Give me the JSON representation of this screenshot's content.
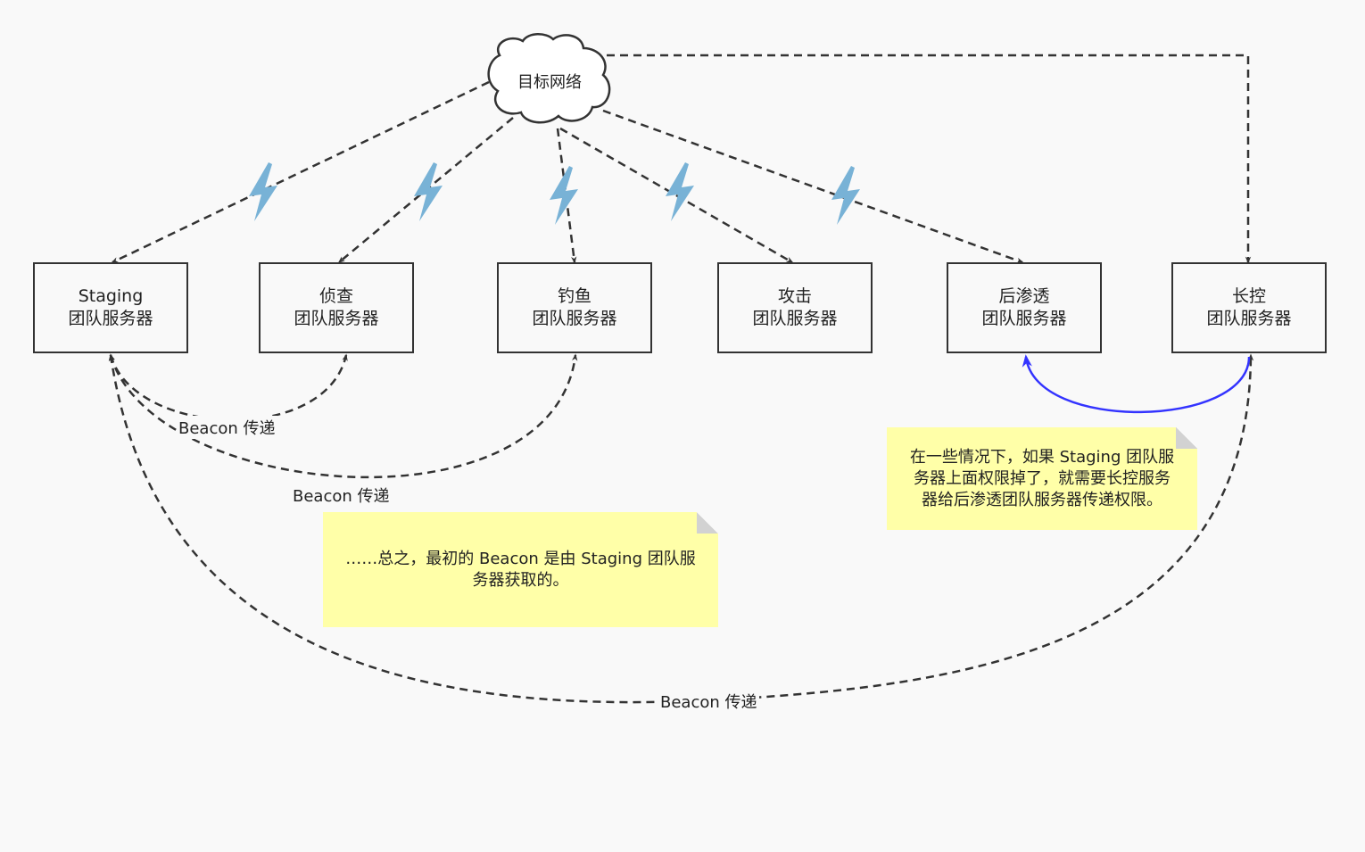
{
  "network": {
    "label": "目标网络"
  },
  "servers": [
    {
      "id": "staging",
      "line1": "Staging",
      "line2": "团队服务器"
    },
    {
      "id": "recon",
      "line1": "侦查",
      "line2": "团队服务器"
    },
    {
      "id": "phishing",
      "line1": "钓鱼",
      "line2": "团队服务器"
    },
    {
      "id": "attack",
      "line1": "攻击",
      "line2": "团队服务器"
    },
    {
      "id": "post-exploitation",
      "line1": "后渗透",
      "line2": "团队服务器"
    },
    {
      "id": "long-term",
      "line1": "长控",
      "line2": "团队服务器"
    }
  ],
  "edge_labels": {
    "to_recon": "Beacon 传递",
    "to_phishing": "Beacon 传递",
    "to_long_term": "Beacon 传递"
  },
  "notes": {
    "left": {
      "line1": "……总之，最初的 Beacon 是由 Staging 团队服",
      "line2": "务器获取的。"
    },
    "right": {
      "line1": "在一些情况下，如果 Staging 团队服",
      "line2": "务器上面权限掉了，就需要长控服务",
      "line3": "器给后渗透团队服务器传递权限。"
    }
  },
  "colors": {
    "line": "#333333",
    "transfer_line": "#3333ff",
    "lightning": "#78b2d6",
    "note_bg": "#ffffa8",
    "background": "#f9f9f9"
  },
  "icons": {
    "lightning": "lightning-icon",
    "cloud": "cloud-icon"
  }
}
